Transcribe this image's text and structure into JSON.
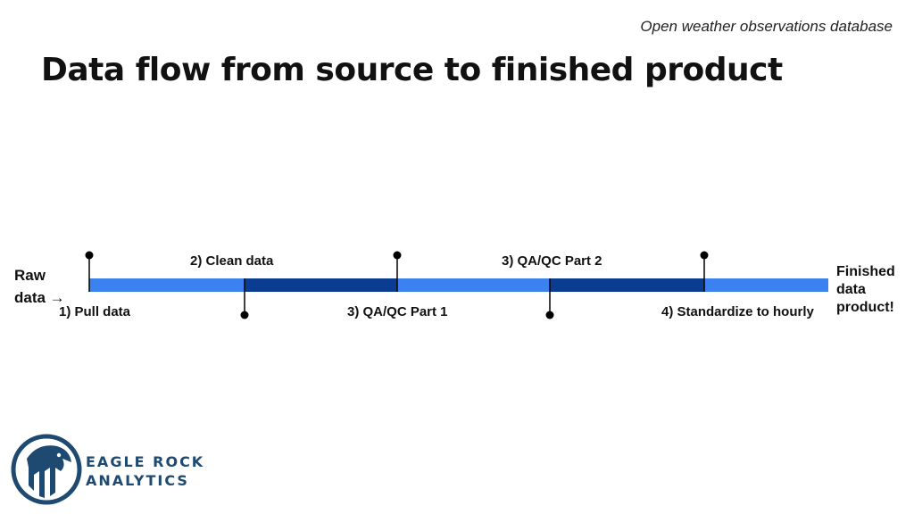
{
  "header": {
    "subtitle": "Open weather observations database",
    "title": "Data flow from source to finished product"
  },
  "diagram": {
    "start_label_line1": "Raw",
    "start_label_line2": "data →",
    "end_label_line1": "Finished",
    "end_label_line2": "data",
    "end_label_line3": "product!",
    "steps": [
      {
        "label": "1) Pull data"
      },
      {
        "label": "2) Clean data"
      },
      {
        "label": "3) QA/QC Part 1"
      },
      {
        "label": "3) QA/QC Part 2"
      },
      {
        "label": "4) Standardize to hourly"
      }
    ],
    "colors": {
      "light_segment": "#3b82f0",
      "dark_segment": "#0a3d91",
      "marker": "#000000"
    }
  },
  "logo": {
    "line1": "EAGLE ROCK",
    "line2": "ANALYTICS",
    "color": "#1e4a72"
  }
}
